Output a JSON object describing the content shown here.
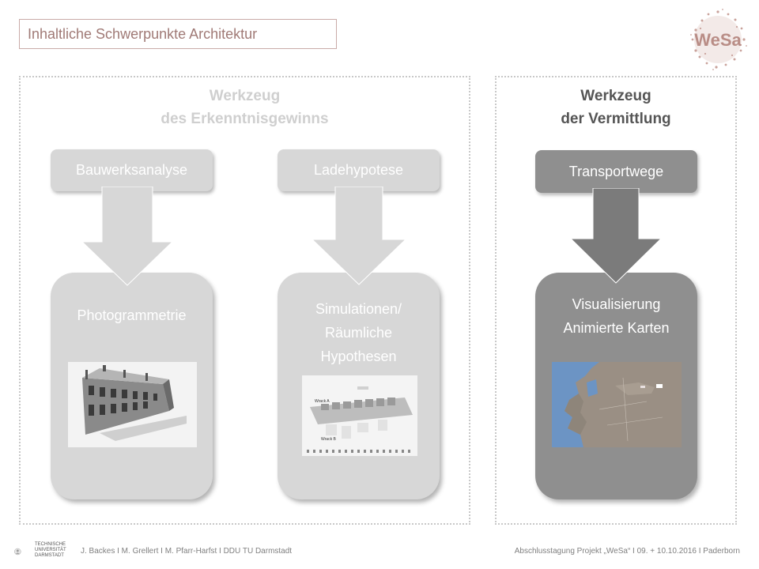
{
  "slide": {
    "title": "Inhaltliche Schwerpunkte Architektur",
    "logo_text": "WeSa"
  },
  "left_section": {
    "heading_line1": "Werkzeug",
    "heading_line2": "des Erkenntnisgewinns",
    "columns": [
      {
        "label": "Bauwerksanalyse",
        "card_lines": [
          "Photogrammetrie"
        ]
      },
      {
        "label": "Ladehypotese",
        "card_lines": [
          "Simulationen/",
          "Räumliche",
          "Hypothesen"
        ],
        "image_labels": [
          "Wrack A",
          "Wrack B"
        ]
      }
    ]
  },
  "right_section": {
    "heading_line1": "Werkzeug",
    "heading_line2": "der Vermittlung",
    "label": "Transportwege",
    "card_lines": [
      "Visualisierung",
      "Animierte Karten"
    ]
  },
  "footer": {
    "university_lines": [
      "TECHNISCHE",
      "UNIVERSITÄT",
      "DARMSTADT"
    ],
    "authors": "J. Backes I M. Grellert I M. Pfarr-Harfst I DDU TU Darmstadt",
    "event": "Abschlusstagung Projekt „WeSa“ I 09. + 10.10.2016 I Paderborn"
  },
  "colors": {
    "title_accent": "#a07a76",
    "light_gray": "#d7d7d7",
    "dark_gray": "#8f8f8f",
    "logo": "#b98d86"
  }
}
